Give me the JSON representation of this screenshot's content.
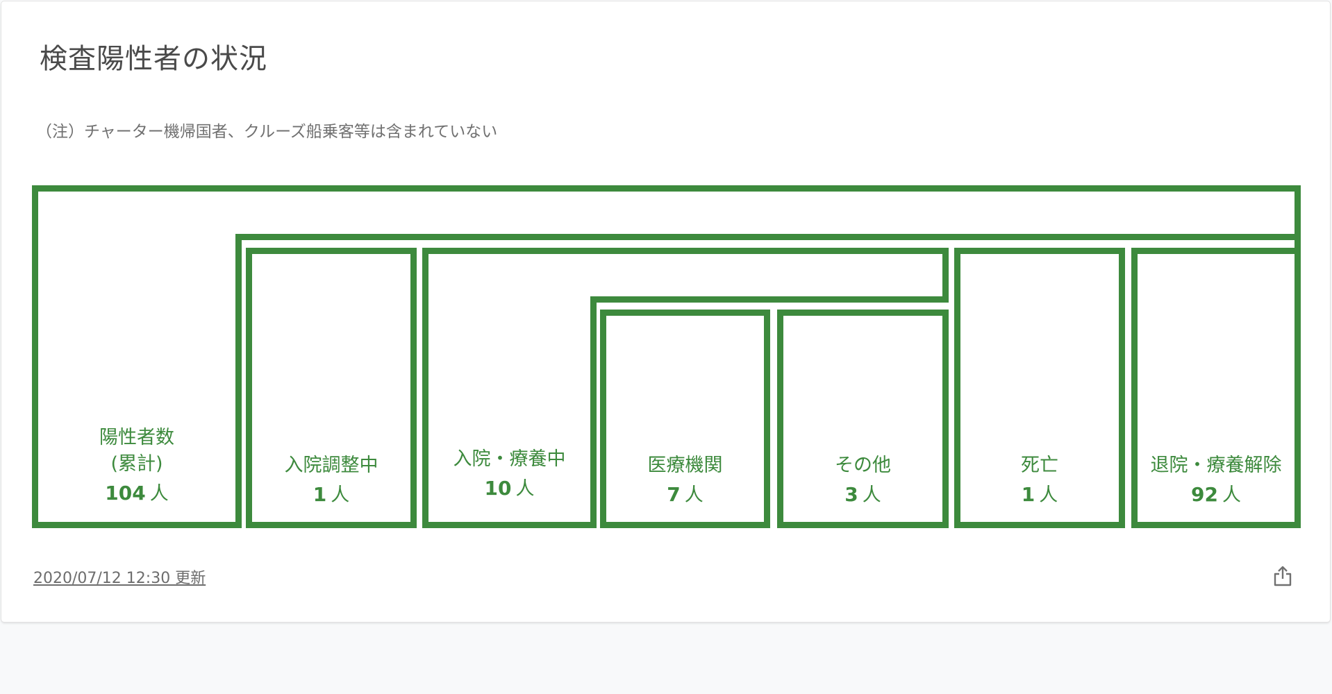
{
  "card": {
    "title": "検査陽性者の状況",
    "note": "（注）チャーター機帰国者、クルーズ船乗客等は含まれていない",
    "updated": "2020/07/12 12:30 更新"
  },
  "diagram": {
    "unit": "人",
    "nodes": {
      "positive": {
        "label_line1": "陽性者数",
        "label_line2": "(累計)",
        "value": "104"
      },
      "adjusting": {
        "label": "入院調整中",
        "value": "1"
      },
      "hospitalized": {
        "label": "入院・療養中",
        "value": "10"
      },
      "medical": {
        "label": "医療機関",
        "value": "7"
      },
      "other": {
        "label": "その他",
        "value": "3"
      },
      "death": {
        "label": "死亡",
        "value": "1"
      },
      "discharged": {
        "label": "退院・療養解除",
        "value": "92"
      }
    }
  },
  "colors": {
    "accent": "#3d8a3d",
    "title": "#4a4a4a",
    "note": "#707070",
    "background": "#f8f9fa",
    "card": "#ffffff"
  },
  "icons": {
    "share": "share-icon"
  }
}
